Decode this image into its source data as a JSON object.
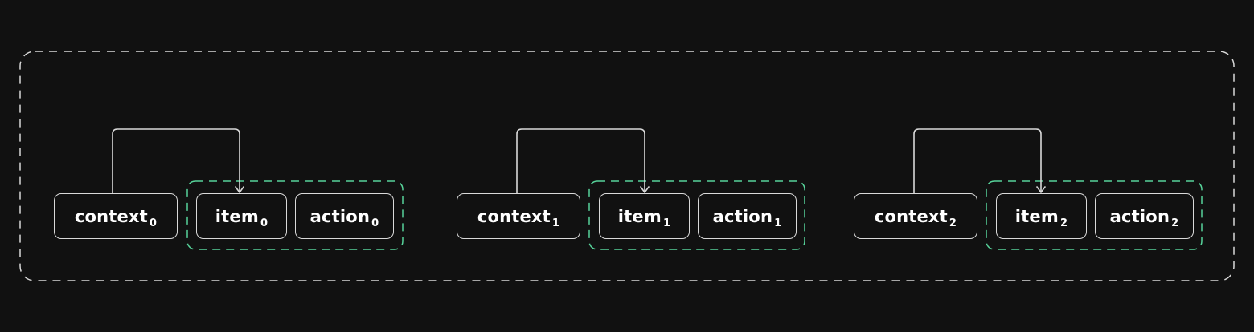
{
  "colors": {
    "background": "#111111",
    "outer_border": "#d9d9d9",
    "group_border": "#57d39a",
    "node_border": "#d9d9d9",
    "arrow": "#d9d9d9",
    "text": "#ffffff"
  },
  "steps": [
    {
      "context": {
        "label": "context",
        "sub": "0"
      },
      "item": {
        "label": "item",
        "sub": "0"
      },
      "action": {
        "label": "action",
        "sub": "0"
      }
    },
    {
      "context": {
        "label": "context",
        "sub": "1"
      },
      "item": {
        "label": "item",
        "sub": "1"
      },
      "action": {
        "label": "action",
        "sub": "1"
      }
    },
    {
      "context": {
        "label": "context",
        "sub": "2"
      },
      "item": {
        "label": "item",
        "sub": "2"
      },
      "action": {
        "label": "action",
        "sub": "2"
      }
    }
  ]
}
